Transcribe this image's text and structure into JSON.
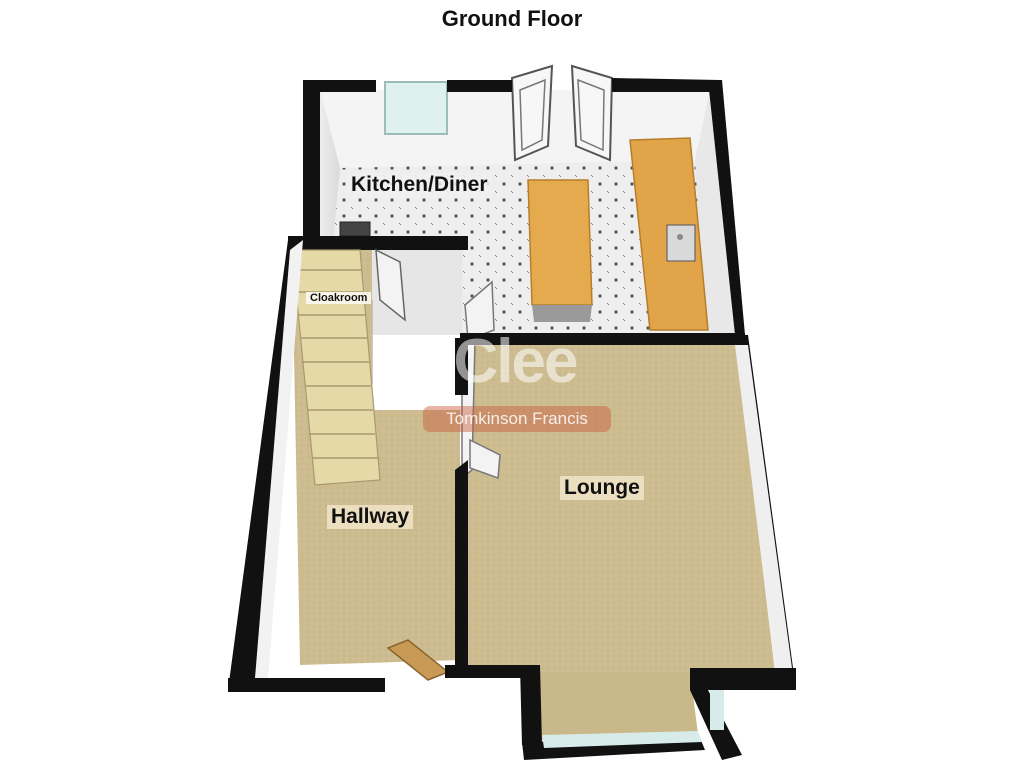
{
  "plan": {
    "title": "Ground Floor",
    "rooms": {
      "kitchen": "Kitchen/Diner",
      "cloakroom": "Cloakroom",
      "lounge": "Lounge",
      "hallway": "Hallway"
    }
  },
  "watermark": {
    "name": "Clee",
    "tagline": "Tomkinson Francis"
  },
  "colors": {
    "wall": "#111111",
    "wall_inner": "#f3f3f3",
    "carpet": "#cfbe92",
    "floor_tile": "#eeeeee",
    "worktop": "#e0a040",
    "stair": "#e6d9a8"
  }
}
